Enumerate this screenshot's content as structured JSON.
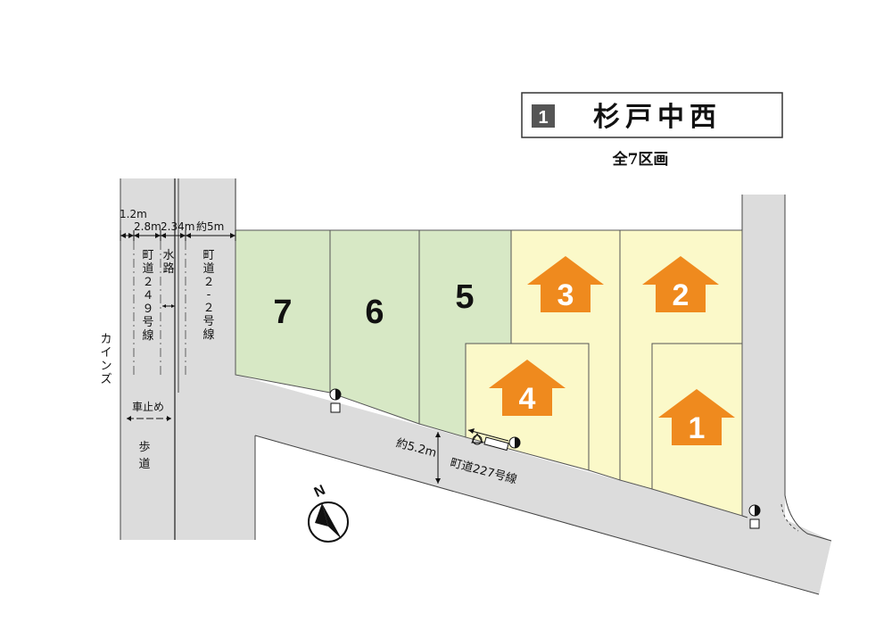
{
  "title": {
    "number": "1",
    "name": "杉戸中西",
    "subtitle": "全7区画"
  },
  "lots": [
    {
      "number": "7",
      "status": "green"
    },
    {
      "number": "6",
      "status": "green"
    },
    {
      "number": "5",
      "status": "green"
    },
    {
      "number": "3",
      "status": "yellow"
    },
    {
      "number": "2",
      "status": "yellow"
    },
    {
      "number": "4",
      "status": "yellow"
    },
    {
      "number": "1",
      "status": "yellow"
    }
  ],
  "roads": {
    "width_1": "1.2m",
    "width_2": "2.8m",
    "width_3": "2.34m",
    "width_4": "約5m",
    "road_249": [
      "町",
      "道",
      "２",
      "４",
      "９",
      "号",
      "線"
    ],
    "waterway": [
      "水",
      "路"
    ],
    "road_2_2": [
      "町",
      "道",
      "２",
      "-",
      "２",
      "号",
      "線"
    ],
    "kains": [
      "カ",
      "イ",
      "ン",
      "ズ"
    ],
    "car_stop": "車止め",
    "sidewalk": [
      "歩",
      "道"
    ],
    "width_front": "約5.2m",
    "road_227": "町道227号線"
  },
  "compass": {
    "letter": "N"
  },
  "colors": {
    "green_lot": "#d7e8c5",
    "yellow_lot": "#fbf9c9",
    "arrow": "#ef8a1e",
    "road": "#dcdcdc",
    "title_box": "#555555"
  }
}
